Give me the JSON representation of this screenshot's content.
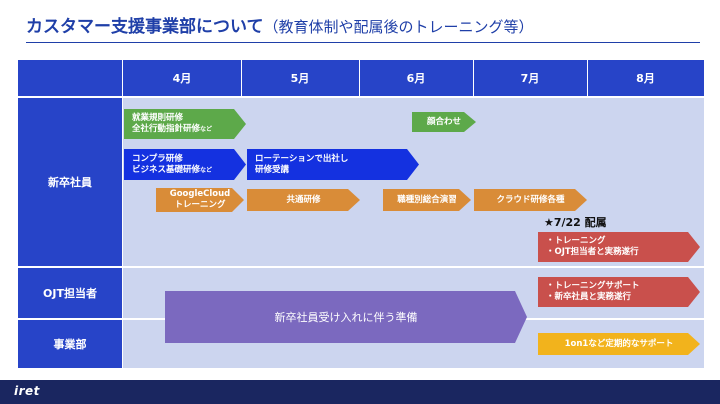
{
  "header": {
    "title": "カスタマー支援事業部について",
    "subtitle": "（教育体制や配属後のトレーニング等）"
  },
  "table": {
    "months": [
      "4月",
      "5月",
      "6月",
      "7月",
      "8月"
    ],
    "rows": [
      "新卒社員",
      "OJT担当者",
      "事業部"
    ]
  },
  "bars": {
    "rules": {
      "line1": "就業規則研修",
      "line2": "全社行動指針研修",
      "suffix": "など"
    },
    "meeting": "顔合わせ",
    "compliance": {
      "line1": "コンプラ研修",
      "line2": "ビジネス基礎研修",
      "suffix": "など"
    },
    "rotation": {
      "line1": "ローテーションで出社し",
      "line2": "研修受講"
    },
    "google": {
      "line1": "GoogleCloud",
      "line2": "トレーニング"
    },
    "common": "共通研修",
    "job": "職種別総合演習",
    "cloud": "クラウド研修各種",
    "new_training": {
      "line1": "・トレーニング",
      "line2": "・OJT担当者と実務遂行"
    },
    "ojt_support": {
      "line1": "・トレーニングサポート",
      "line2": "・新卒社員と実務遂行"
    },
    "prep": "新卒社員受け入れに伴う準備",
    "periodic": "1on1など定期的なサポート"
  },
  "milestone": "★7/22 配属",
  "footer": {
    "logo": "iret"
  },
  "colors": {
    "header_blue": "#2744c8",
    "body_lavender": "#ccd5ef",
    "green": "#5da94a",
    "blue": "#1431e0",
    "orange": "#d98c38",
    "red": "#c9504c",
    "yellow": "#f2b31c",
    "purple": "#7b69bf",
    "footer": "#1a2660"
  }
}
